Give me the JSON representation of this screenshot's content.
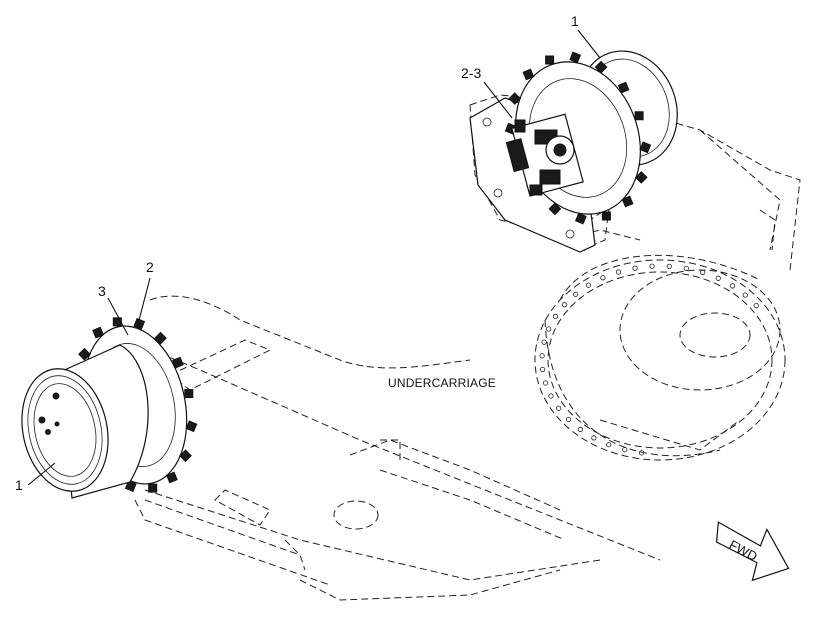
{
  "diagram": {
    "callouts": {
      "top_drive": "1",
      "top_motor": "2-3",
      "left_motor": "2",
      "left_sprocket": "3",
      "left_drive": "1"
    },
    "assembly_label": "UNDERCARRIAGE",
    "direction_label": "FWD"
  }
}
